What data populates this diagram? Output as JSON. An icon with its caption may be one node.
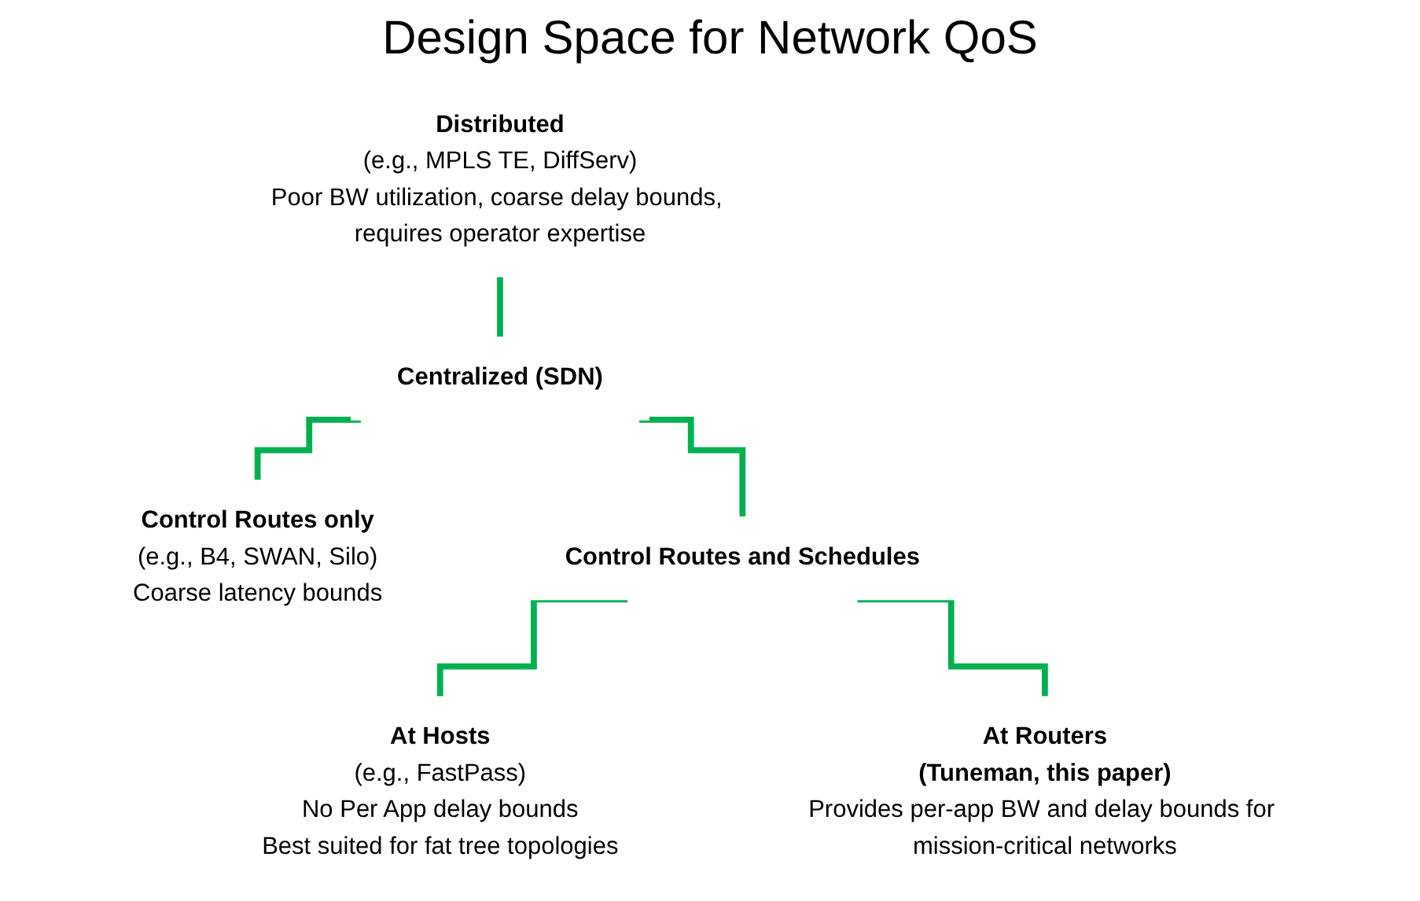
{
  "diagram": {
    "title": "Design Space for Network QoS",
    "nodes": [
      {
        "text": [
          "Distributed",
          "(e.g., MPLS TE, DiffServ)",
          "Poor BW utilization, coarse delay bounds, requires operator expertise"
        ]
      },
      {
        "text": [
          "Centralized (SDN)"
        ]
      },
      {
        "text": [
          "Control Routes only",
          "(e.g., B4, SWAN, Silo)",
          "Coarse latency bounds"
        ]
      },
      {
        "text": [
          "Control Routes and Schedules"
        ]
      },
      {
        "text": [
          "At Hosts",
          "(e.g., FastPass)",
          "No Per App delay bounds",
          "Best suited for fat tree topologies"
        ]
      },
      {
        "text": [
          "At Routers",
          "(Tuneman, this paper)",
          "Provides per-app BW and delay bounds for mission-critical networks"
        ]
      }
    ],
    "edges": [
      {
        "from": 0,
        "to": 1,
        "arrow": "none"
      },
      {
        "from": 1,
        "to": 2,
        "arrow": "none"
      },
      {
        "from": 1,
        "to": 3,
        "arrow": "none"
      },
      {
        "from": 3,
        "to": 4,
        "arrow": "none"
      },
      {
        "from": 3,
        "to": 5,
        "arrow": "none"
      }
    ]
  }
}
